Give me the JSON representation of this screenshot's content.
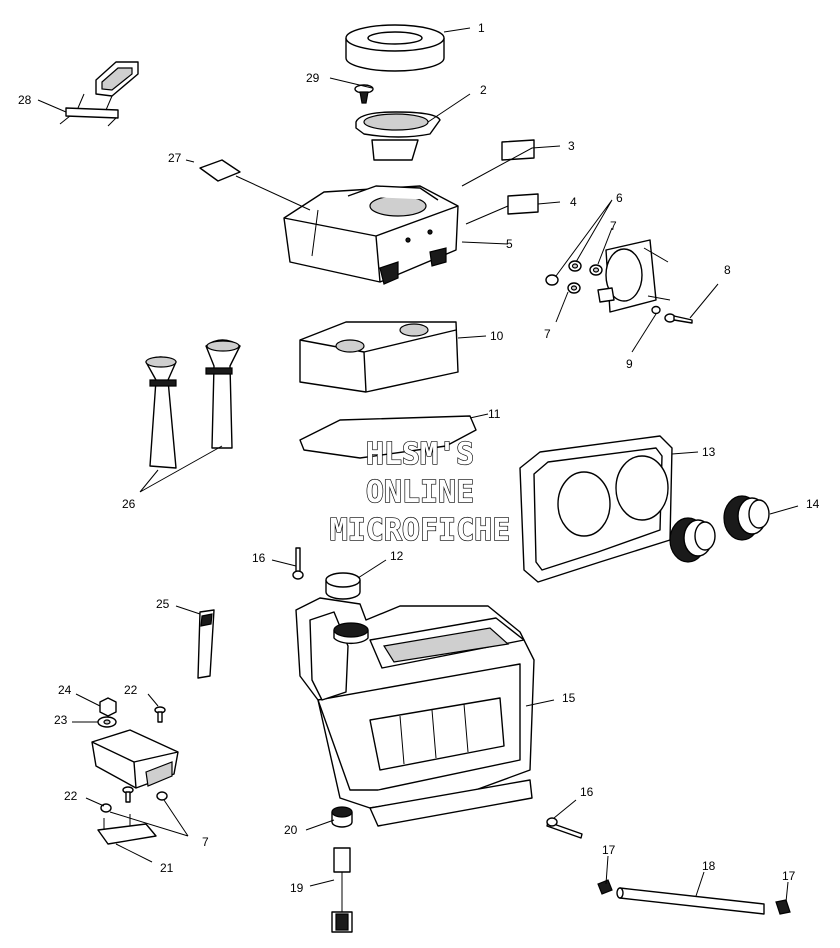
{
  "watermark": {
    "lines": [
      "HLSM'S",
      "ONLINE",
      "MICROFICHE"
    ]
  },
  "callouts": [
    {
      "id": "c1",
      "label": "1"
    },
    {
      "id": "c2",
      "label": "2"
    },
    {
      "id": "c3",
      "label": "3"
    },
    {
      "id": "c4",
      "label": "4"
    },
    {
      "id": "c5",
      "label": "5"
    },
    {
      "id": "c6",
      "label": "6"
    },
    {
      "id": "c7a",
      "label": "7"
    },
    {
      "id": "c7b",
      "label": "7"
    },
    {
      "id": "c7c",
      "label": "7"
    },
    {
      "id": "c8",
      "label": "8"
    },
    {
      "id": "c9",
      "label": "9"
    },
    {
      "id": "c10",
      "label": "10"
    },
    {
      "id": "c11",
      "label": "11"
    },
    {
      "id": "c12",
      "label": "12"
    },
    {
      "id": "c13",
      "label": "13"
    },
    {
      "id": "c14",
      "label": "14"
    },
    {
      "id": "c15",
      "label": "15"
    },
    {
      "id": "c16a",
      "label": "16"
    },
    {
      "id": "c16b",
      "label": "16"
    },
    {
      "id": "c17a",
      "label": "17"
    },
    {
      "id": "c17b",
      "label": "17"
    },
    {
      "id": "c18",
      "label": "18"
    },
    {
      "id": "c19",
      "label": "19"
    },
    {
      "id": "c20",
      "label": "20"
    },
    {
      "id": "c21",
      "label": "21"
    },
    {
      "id": "c22a",
      "label": "22"
    },
    {
      "id": "c22b",
      "label": "22"
    },
    {
      "id": "c23",
      "label": "23"
    },
    {
      "id": "c24",
      "label": "24"
    },
    {
      "id": "c25",
      "label": "25"
    },
    {
      "id": "c26",
      "label": "26"
    },
    {
      "id": "c27",
      "label": "27"
    },
    {
      "id": "c28",
      "label": "28"
    },
    {
      "id": "c29",
      "label": "29"
    }
  ]
}
